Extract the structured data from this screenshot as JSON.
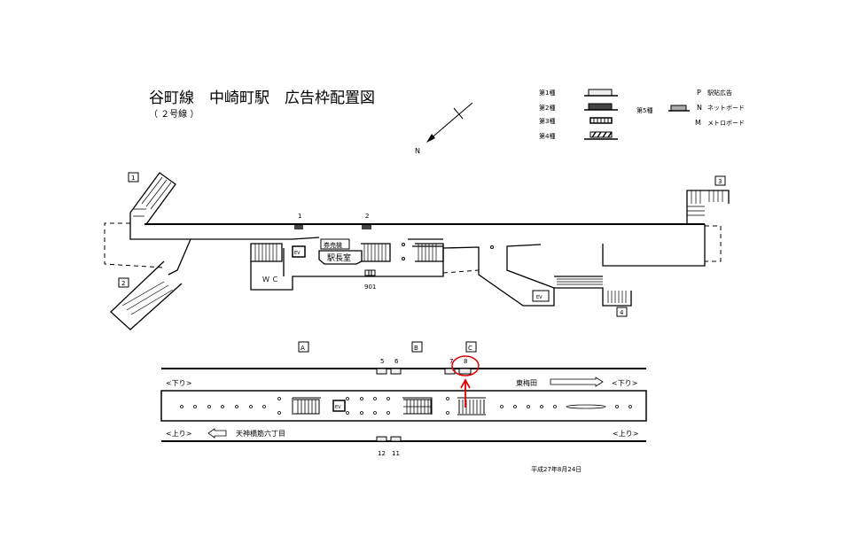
{
  "header": {
    "title": "谷町線　中崎町駅　広告枠配置図",
    "subtitle": "（ ２号線 ）",
    "north_label": "N"
  },
  "legend": {
    "types": [
      {
        "label": "第1種",
        "style": "light-box"
      },
      {
        "label": "第2種",
        "style": "dark-box"
      },
      {
        "label": "第3種",
        "style": "striped-vertical"
      },
      {
        "label": "第4種",
        "style": "hatched"
      }
    ],
    "type5": {
      "label": "第5種",
      "style": "gray-box"
    },
    "codes": [
      {
        "code": "P",
        "label": "駅貼広告"
      },
      {
        "code": "N",
        "label": "ネットボード"
      },
      {
        "code": "M",
        "label": "メトロボード"
      }
    ]
  },
  "concourse": {
    "exits": [
      "1",
      "2",
      "3",
      "4"
    ],
    "ad_numbers": [
      "1",
      "2",
      "901"
    ],
    "rooms": {
      "ticket": "券売機",
      "office": "駅長室",
      "wc": "Ｗ Ｃ",
      "ev": "EV"
    }
  },
  "platform": {
    "sections": [
      "A",
      "B",
      "C"
    ],
    "top_ads": [
      "5",
      "6",
      "7",
      "8"
    ],
    "bottom_ads": [
      "12",
      "11"
    ],
    "down_label": "<下り>",
    "up_label": "<上り>",
    "down_destination": "東梅田",
    "up_destination": "天神橋筋六丁目",
    "ev": "EV",
    "highlight": "8",
    "highlight_color": "#e00000"
  },
  "footer": {
    "date": "平成27年8月24日"
  }
}
